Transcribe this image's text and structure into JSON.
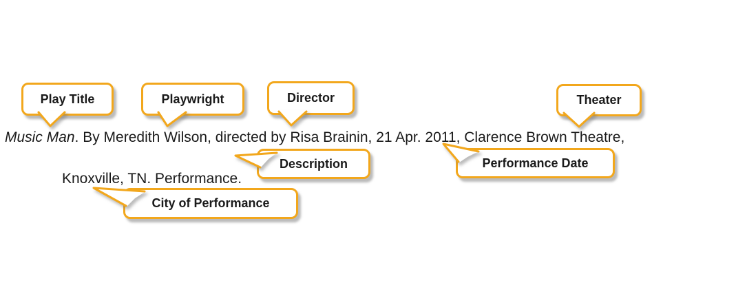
{
  "citation": {
    "play_title": "Music Man",
    "line1_rest": ". By Meredith Wilson, directed by Risa Brainin, 21 Apr. 2011, Clarence Brown Theatre,",
    "line2": "Knoxville, TN. Performance."
  },
  "callouts": [
    {
      "id": "play-title",
      "label": "Play Title"
    },
    {
      "id": "playwright",
      "label": "Playwright"
    },
    {
      "id": "director",
      "label": "Director"
    },
    {
      "id": "theater",
      "label": "Theater"
    },
    {
      "id": "description",
      "label": "Description"
    },
    {
      "id": "performance-date",
      "label": "Performance Date"
    },
    {
      "id": "city-of-performance",
      "label": "City of Performance"
    }
  ],
  "colors": {
    "callout_border": "#F2A71C",
    "callout_fill": "#FFFFFF",
    "text": "#1A1A1A",
    "shadow": "rgba(120,120,120,0.5)"
  }
}
